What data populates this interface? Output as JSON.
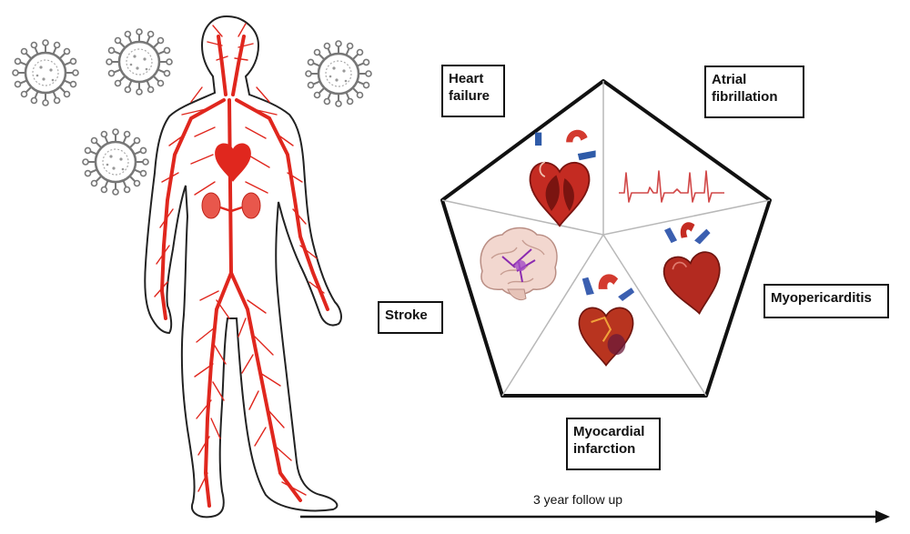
{
  "labels": {
    "heart_failure": [
      "Heart",
      "failure"
    ],
    "atrial_fibrillation": [
      "Atrial",
      "fibrillation"
    ],
    "stroke": "Stroke",
    "myopericarditis": "Myopericarditis",
    "myocardial_infarction": [
      "Myocardial",
      "infarction"
    ]
  },
  "timeline": {
    "label": "3 year follow up"
  },
  "colors": {
    "vessel": "#e0271e",
    "heart": "#b8231a",
    "outline": "#111111",
    "virus": "#8a8a8a",
    "ecg": "#d14848",
    "brain": "#f2d7cf"
  },
  "icons": [
    "virus-icon",
    "human-circulatory-icon",
    "heart-icon",
    "ecg-icon",
    "brain-icon",
    "heart-inflamed-icon",
    "heart-infarct-icon"
  ]
}
